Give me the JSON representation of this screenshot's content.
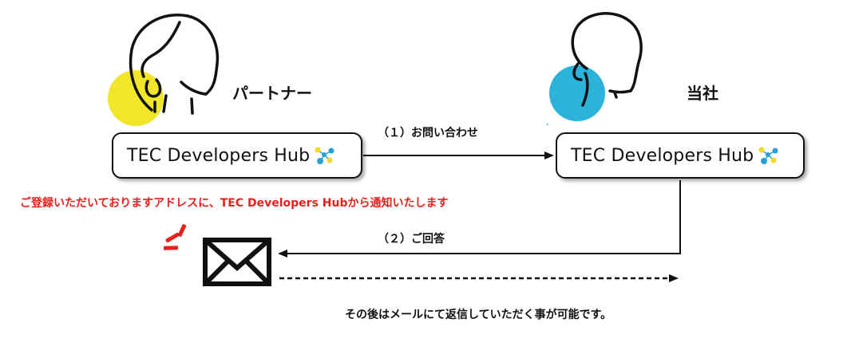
{
  "partner": {
    "role_label": "パートナー",
    "box_label": "TEC Developers Hub",
    "circle_color": "#f2e62b"
  },
  "company": {
    "role_label": "当社",
    "box_label": "TEC Developers Hub",
    "circle_color": "#2bb3db"
  },
  "steps": {
    "inquiry_label": "（１）お問い合わせ",
    "answer_label": "（２）ご回答"
  },
  "notes": {
    "email_notice": "ご登録いただいておりますアドレスに、TEC Developers Hubから通知いたします",
    "email_notice_color": "#e8211e",
    "followup_note": "その後はメールにて返信していただく事が可能です。"
  },
  "icons": {
    "hub_logo": "molecule-icon",
    "mail": "envelope-icon",
    "alert": "alert-burst-icon"
  }
}
